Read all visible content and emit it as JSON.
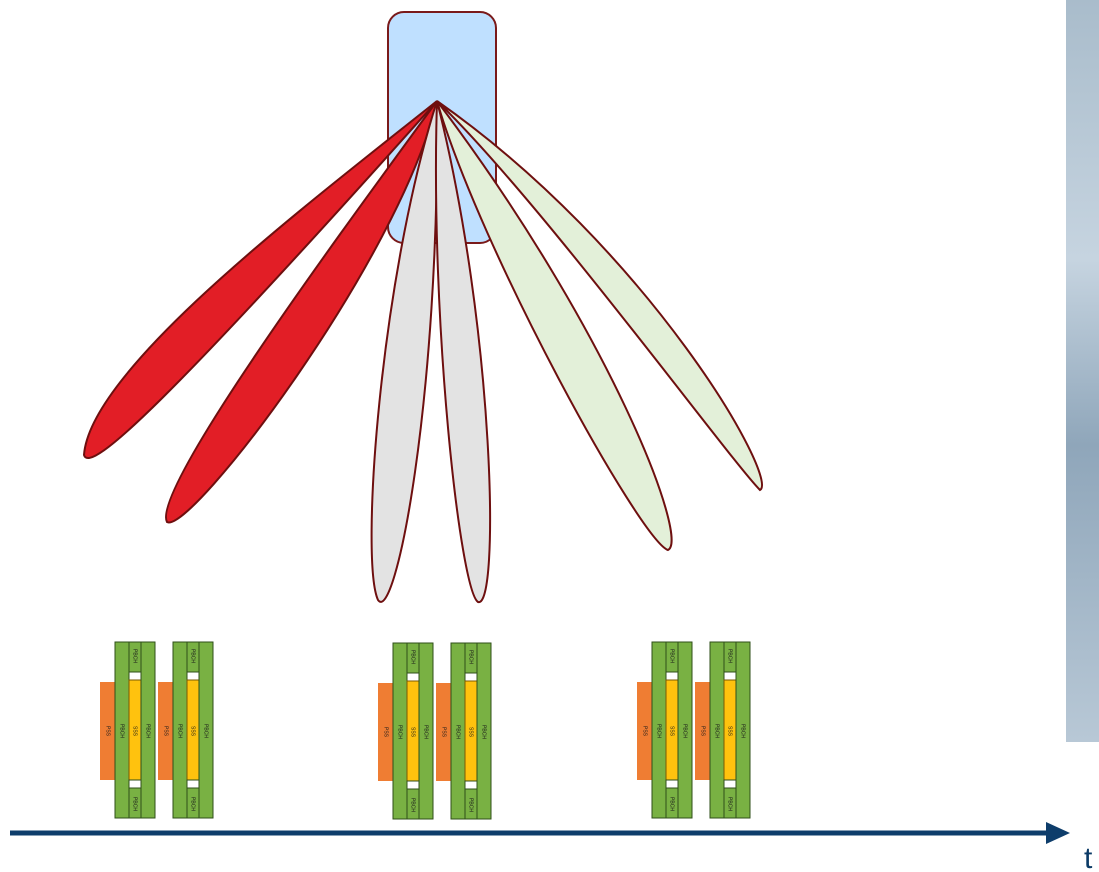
{
  "diagram": {
    "colors": {
      "antenna_fill": "#bfe0ff",
      "antenna_stroke": "#7a1a1a",
      "beam_stroke": "#6e0f0f",
      "beam_red": "#e21e26",
      "beam_gray": "#e3e3e3",
      "beam_green": "#e3f0d9",
      "pss": "#ef7d33",
      "pbch": "#79b143",
      "sss": "#ffc20e",
      "axis": "#0e3d6b",
      "photo_dark": "#7f98ad",
      "photo_light": "#c2d1de"
    },
    "beams": [
      {
        "group": "red"
      },
      {
        "group": "red"
      },
      {
        "group": "gray"
      },
      {
        "group": "gray"
      },
      {
        "group": "green"
      },
      {
        "group": "green"
      }
    ],
    "ssb_labels": {
      "pss": "PSS",
      "sss": "SSS",
      "pbch": "PBCH"
    },
    "ssb_groups": [
      {
        "blocks": 2
      },
      {
        "blocks": 2
      },
      {
        "blocks": 2
      }
    ],
    "axis": {
      "label": "t"
    }
  }
}
